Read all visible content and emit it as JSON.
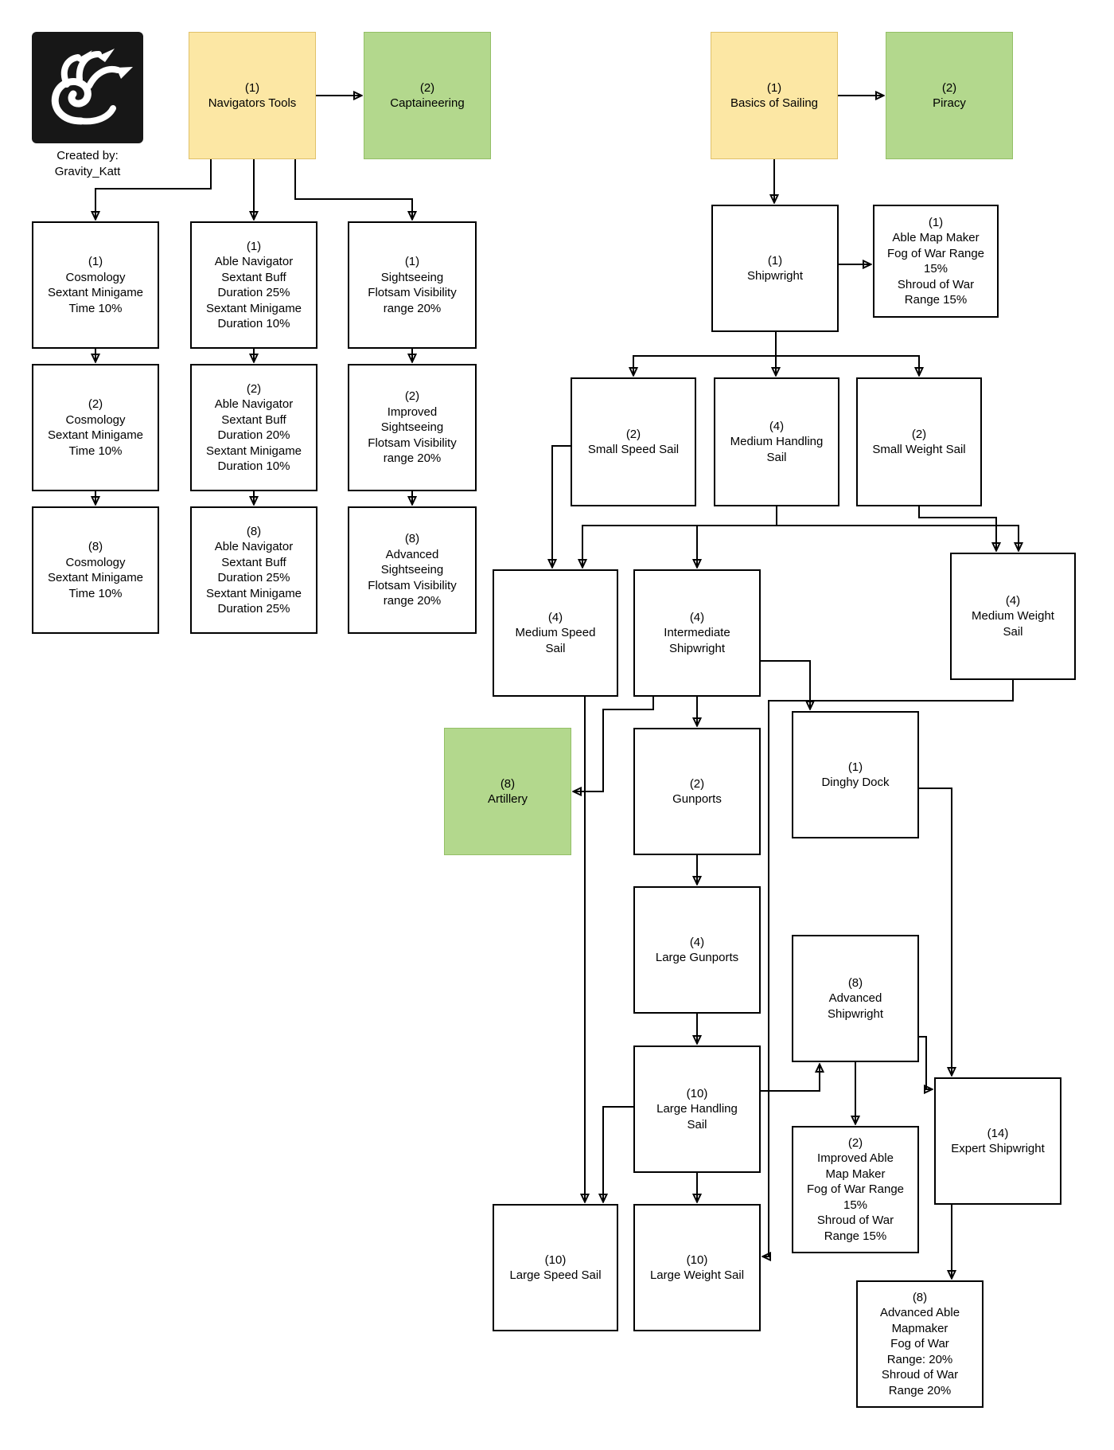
{
  "credit": "Created by:\nGravity_Katt",
  "colors": {
    "root_yellow": "#FCE7A4",
    "unlock_green": "#B3D88D",
    "node_white": "#FFFFFF",
    "line_black": "#000000",
    "logo_background": "#171717"
  },
  "nodes": {
    "navigators_tools": {
      "text": "(1)\nNavigators Tools"
    },
    "captaineering": {
      "text": "(2)\nCaptaineering"
    },
    "basics_of_sailing": {
      "text": "(1)\nBasics of Sailing"
    },
    "piracy": {
      "text": "(2)\nPiracy"
    },
    "cosmology_1": {
      "text": "(1)\nCosmology\nSextant Minigame\nTime 10%"
    },
    "cosmology_2": {
      "text": "(2)\nCosmology\nSextant Minigame\nTime 10%"
    },
    "cosmology_3": {
      "text": "(8)\nCosmology\nSextant Minigame\nTime 10%"
    },
    "able_navigator_1": {
      "text": "(1)\nAble Navigator\nSextant Buff\nDuration 25%\nSextant Minigame\nDuration 10%"
    },
    "able_navigator_2": {
      "text": "(2)\nAble Navigator\nSextant Buff\nDuration 20%\nSextant Minigame\nDuration 10%"
    },
    "able_navigator_3": {
      "text": "(8)\nAble Navigator\nSextant Buff\nDuration 25%\nSextant Minigame\nDuration 25%"
    },
    "sightseeing_1": {
      "text": "(1)\nSightseeing\nFlotsam Visibility\nrange 20%"
    },
    "sightseeing_2": {
      "text": "(2)\nImproved\nSightseeing\nFlotsam Visibility\nrange 20%"
    },
    "sightseeing_3": {
      "text": "(8)\nAdvanced\nSightseeing\nFlotsam Visibility\nrange 20%"
    },
    "shipwright": {
      "text": "(1)\nShipwright"
    },
    "able_map_maker": {
      "text": "(1)\nAble Map Maker\nFog of War Range\n15%\nShroud of War\nRange 15%"
    },
    "small_speed_sail": {
      "text": "(2)\nSmall Speed Sail"
    },
    "medium_handling_sail": {
      "text": "(4)\nMedium Handling\nSail"
    },
    "small_weight_sail": {
      "text": "(2)\nSmall Weight Sail"
    },
    "medium_speed_sail": {
      "text": "(4)\nMedium Speed\nSail"
    },
    "intermediate_shipwright": {
      "text": "(4)\nIntermediate\nShipwright"
    },
    "medium_weight_sail": {
      "text": "(4)\nMedium Weight\nSail"
    },
    "artillery": {
      "text": "(8)\nArtillery"
    },
    "gunports": {
      "text": "(2)\nGunports"
    },
    "dinghy_dock": {
      "text": "(1)\nDinghy Dock"
    },
    "large_gunports": {
      "text": "(4)\nLarge Gunports"
    },
    "advanced_shipwright": {
      "text": "(8)\nAdvanced\nShipwright"
    },
    "large_handling_sail": {
      "text": "(10)\nLarge Handling\nSail"
    },
    "improved_able_map_maker": {
      "text": "(2)\nImproved Able\nMap Maker\nFog of War Range\n15%\nShroud of War\nRange 15%"
    },
    "expert_shipwright": {
      "text": "(14)\nExpert Shipwright"
    },
    "large_speed_sail": {
      "text": "(10)\nLarge Speed Sail"
    },
    "large_weight_sail": {
      "text": "(10)\nLarge Weight Sail"
    },
    "advanced_able_mapmaker": {
      "text": "(8)\nAdvanced Able\nMapmaker\nFog of War\nRange: 20%\nShroud of War\nRange 20%"
    }
  },
  "edges": [
    {
      "from": "navigators_tools",
      "to": "captaineering"
    },
    {
      "from": "navigators_tools",
      "to": "cosmology_1"
    },
    {
      "from": "navigators_tools",
      "to": "able_navigator_1"
    },
    {
      "from": "navigators_tools",
      "to": "sightseeing_1"
    },
    {
      "from": "cosmology_1",
      "to": "cosmology_2"
    },
    {
      "from": "cosmology_2",
      "to": "cosmology_3"
    },
    {
      "from": "able_navigator_1",
      "to": "able_navigator_2"
    },
    {
      "from": "able_navigator_2",
      "to": "able_navigator_3"
    },
    {
      "from": "sightseeing_1",
      "to": "sightseeing_2"
    },
    {
      "from": "sightseeing_2",
      "to": "sightseeing_3"
    },
    {
      "from": "basics_of_sailing",
      "to": "piracy"
    },
    {
      "from": "basics_of_sailing",
      "to": "shipwright"
    },
    {
      "from": "shipwright",
      "to": "able_map_maker"
    },
    {
      "from": "shipwright",
      "to": "small_speed_sail"
    },
    {
      "from": "shipwright",
      "to": "medium_handling_sail"
    },
    {
      "from": "shipwright",
      "to": "small_weight_sail"
    },
    {
      "from": "small_speed_sail",
      "to": "medium_speed_sail"
    },
    {
      "from": "medium_handling_sail",
      "to": "medium_speed_sail"
    },
    {
      "from": "medium_handling_sail",
      "to": "intermediate_shipwright"
    },
    {
      "from": "medium_handling_sail",
      "to": "medium_weight_sail"
    },
    {
      "from": "small_weight_sail",
      "to": "medium_weight_sail"
    },
    {
      "from": "intermediate_shipwright",
      "to": "gunports"
    },
    {
      "from": "intermediate_shipwright",
      "to": "dinghy_dock"
    },
    {
      "from": "intermediate_shipwright",
      "to": "artillery"
    },
    {
      "from": "medium_speed_sail",
      "to": "large_speed_sail"
    },
    {
      "from": "large_handling_sail",
      "to": "large_speed_sail"
    },
    {
      "from": "gunports",
      "to": "large_gunports"
    },
    {
      "from": "large_gunports",
      "to": "large_handling_sail"
    },
    {
      "from": "large_handling_sail",
      "to": "large_weight_sail"
    },
    {
      "from": "large_handling_sail",
      "to": "advanced_shipwright"
    },
    {
      "from": "advanced_shipwright",
      "to": "improved_able_map_maker"
    },
    {
      "from": "advanced_shipwright",
      "to": "expert_shipwright"
    },
    {
      "from": "dinghy_dock",
      "to": "expert_shipwright"
    },
    {
      "from": "expert_shipwright",
      "to": "advanced_able_mapmaker"
    },
    {
      "from": "medium_weight_sail",
      "to": "large_weight_sail"
    }
  ]
}
